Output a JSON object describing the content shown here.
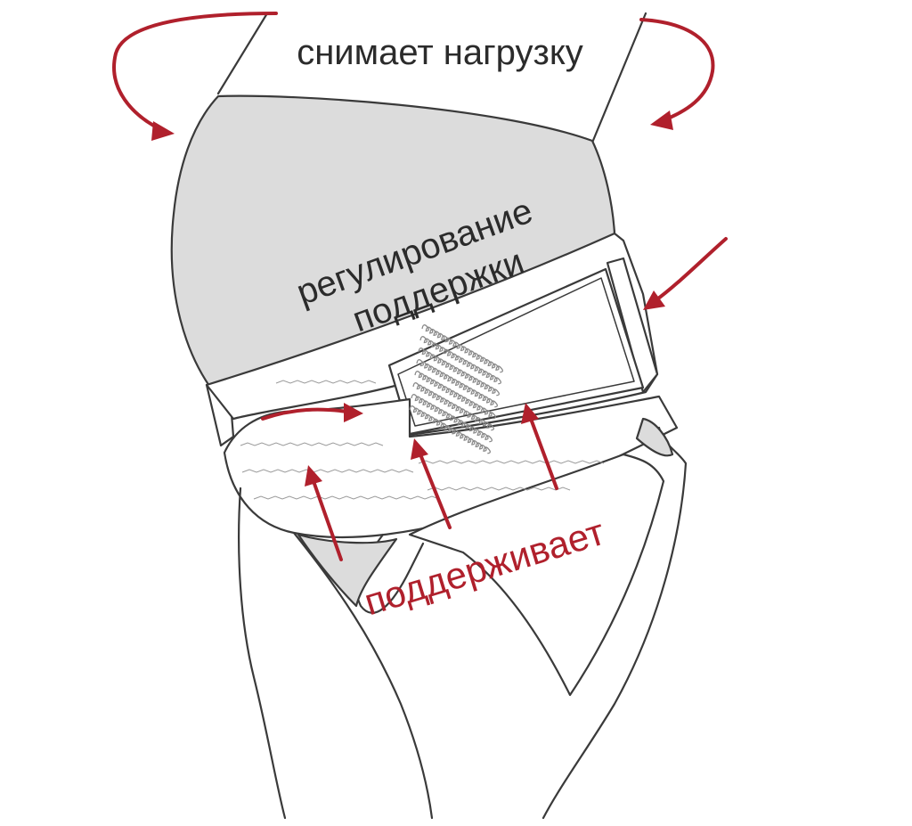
{
  "labels": {
    "relieves_load": "снимает нагрузку",
    "adjust_line1": "регулирование",
    "adjust_line2": "поддержки",
    "supports": "поддерживает"
  },
  "colors": {
    "accent_red": "#b0202c",
    "belly_grey": "#dcdcdc",
    "outline": "#3a3a3a",
    "text_dark": "#2b2b2b"
  }
}
